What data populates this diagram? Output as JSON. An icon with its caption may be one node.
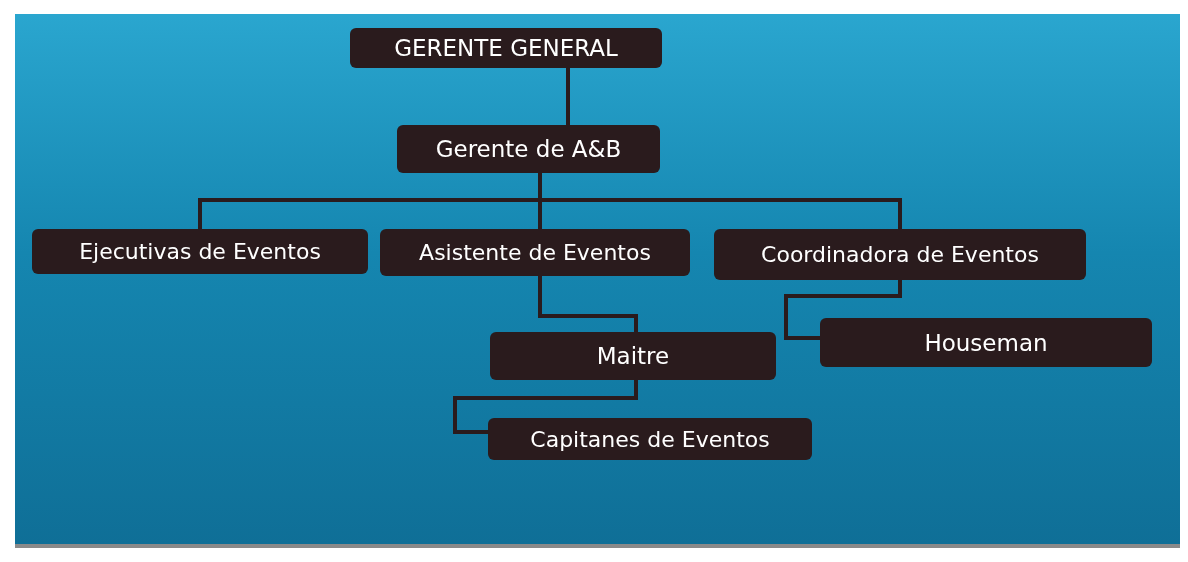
{
  "diagram": {
    "nodes": [
      {
        "text": [
          "GERENTE GENERAL"
        ]
      },
      {
        "text": [
          "Gerente de A&B"
        ]
      },
      {
        "text": [
          "Ejecutivas de Eventos"
        ]
      },
      {
        "text": [
          "Asistente de Eventos"
        ]
      },
      {
        "text": [
          "Coordinadora de Eventos"
        ]
      },
      {
        "text": [
          "Maitre"
        ]
      },
      {
        "text": [
          "Houseman"
        ]
      },
      {
        "text": [
          "Capitanes de Eventos"
        ]
      }
    ],
    "edges": [
      {
        "from": 0,
        "to": 1,
        "arrow": "none"
      },
      {
        "from": 1,
        "to": 2,
        "arrow": "none"
      },
      {
        "from": 1,
        "to": 3,
        "arrow": "none"
      },
      {
        "from": 1,
        "to": 4,
        "arrow": "none"
      },
      {
        "from": 3,
        "to": 5,
        "arrow": "none"
      },
      {
        "from": 4,
        "to": 6,
        "arrow": "none"
      },
      {
        "from": 5,
        "to": 7,
        "arrow": "none"
      }
    ]
  }
}
